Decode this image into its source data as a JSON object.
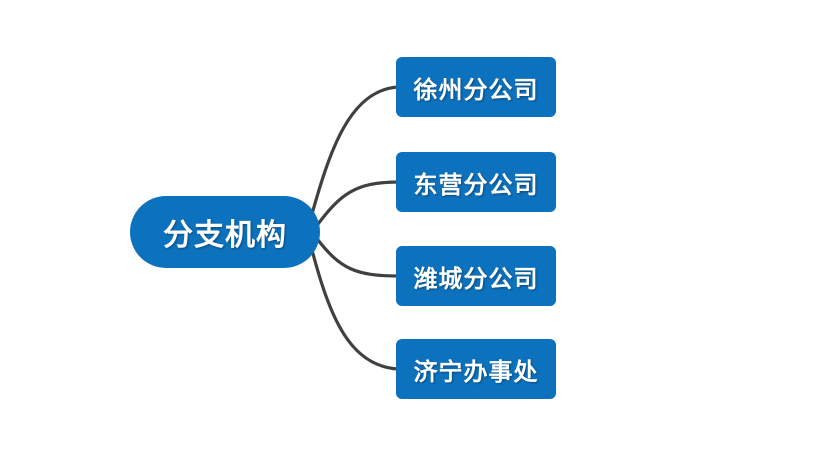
{
  "diagram": {
    "type": "mind-map",
    "background_color": "#FFFFFF",
    "node_color": "#0D72BE",
    "text_color": "#FFFFFF",
    "connector_color": "#404040",
    "root": {
      "label": "分支机构"
    },
    "children": [
      {
        "label": "徐州分公司"
      },
      {
        "label": "东营分公司"
      },
      {
        "label": "潍城分公司"
      },
      {
        "label": "济宁办事处"
      }
    ]
  }
}
